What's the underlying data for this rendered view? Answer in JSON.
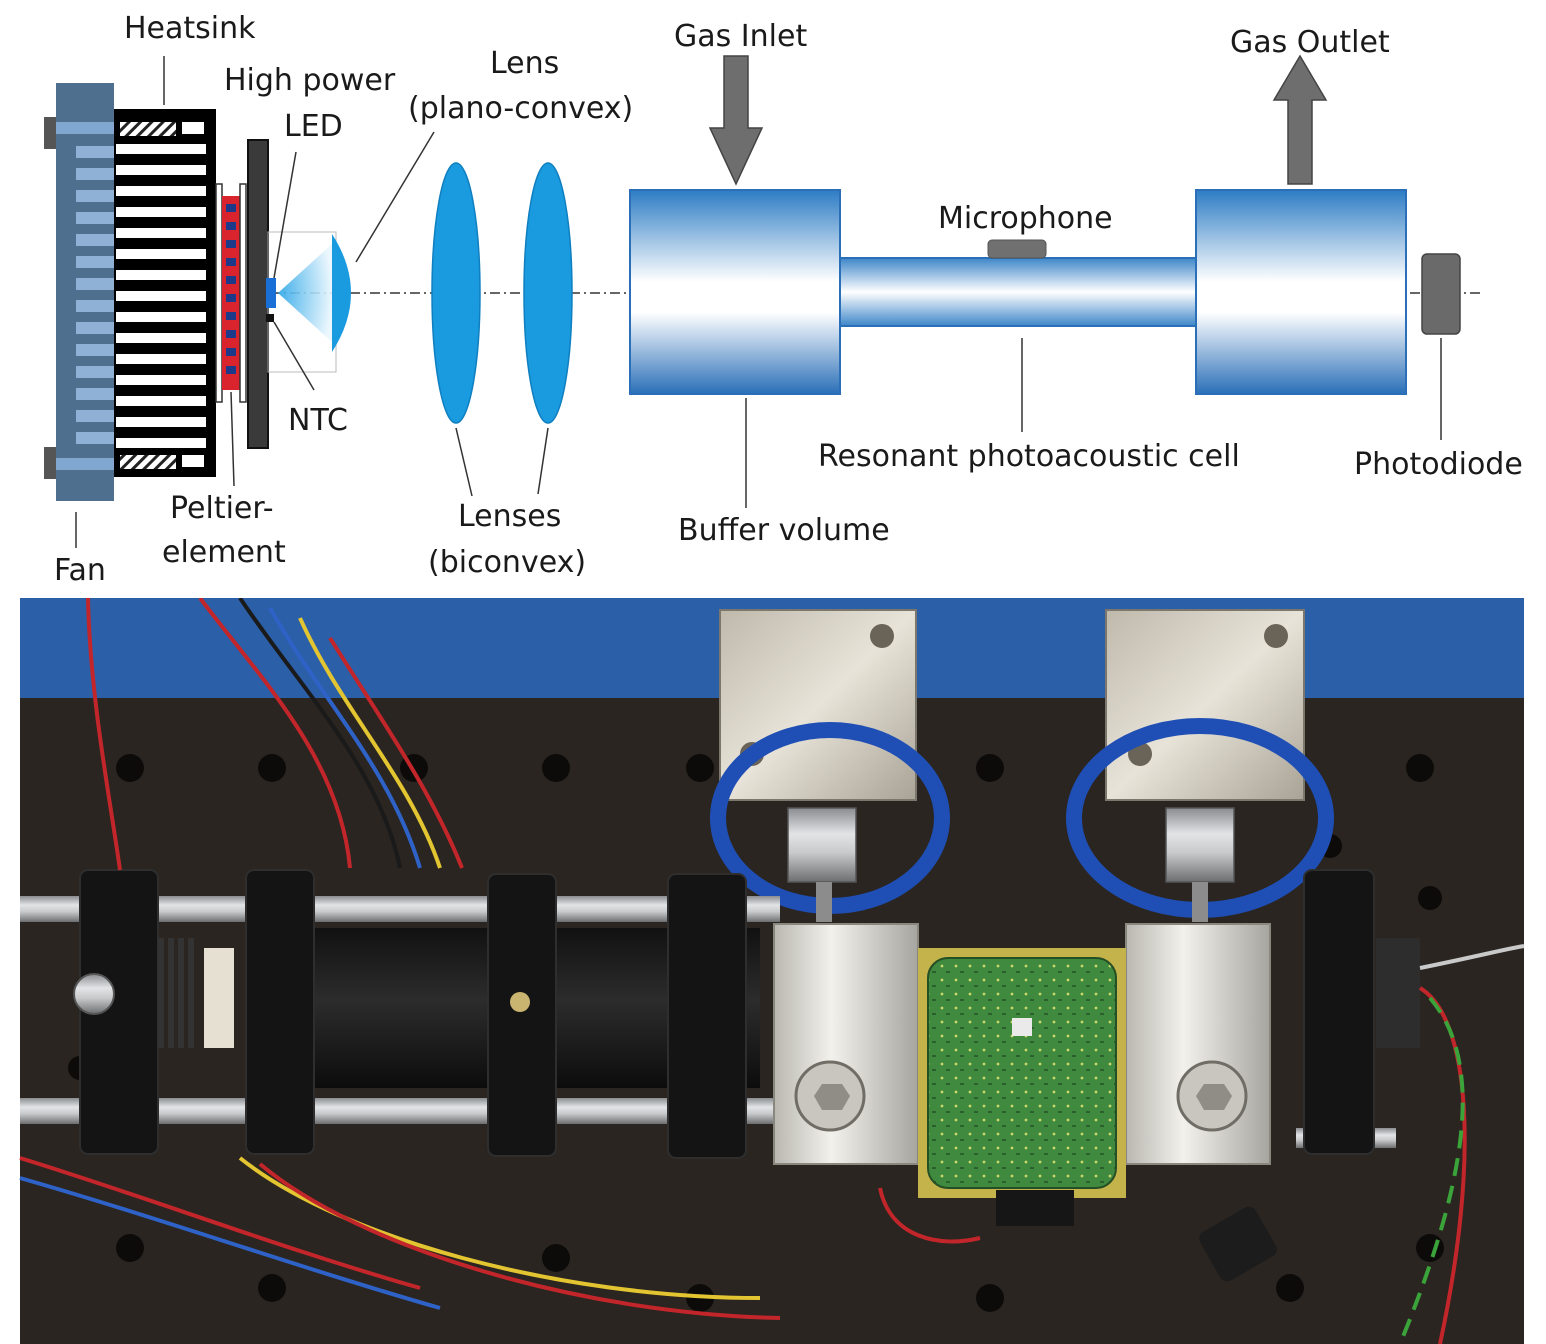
{
  "labels": {
    "heatsink": "Heatsink",
    "high_power": "High power",
    "led": "LED",
    "lens_1": "Lens",
    "lens_2": "(plano-convex)",
    "gas_inlet": "Gas Inlet",
    "gas_outlet": "Gas Outlet",
    "microphone": "Microphone",
    "ntc": "NTC",
    "peltier_1": "Peltier-",
    "peltier_2": "element",
    "fan": "Fan",
    "lenses_1": "Lenses",
    "lenses_2": "(biconvex)",
    "buffer_volume": "Buffer volume",
    "resonant_cell": "Resonant photoacoustic cell",
    "photodiode": "Photodiode"
  },
  "colors": {
    "fan": "#4f6f8f",
    "fan_slot": "#8fb1d6",
    "lens_blue": "#1a9be0",
    "led_blue": "#1a6fd6",
    "peltier_red": "#d9232d",
    "cell_edge": "#2a6fb8",
    "arrow_gray": "#6e6e6e",
    "board_green": "#3f8a3f"
  },
  "photo": {
    "description_icon": "photo-setup"
  }
}
